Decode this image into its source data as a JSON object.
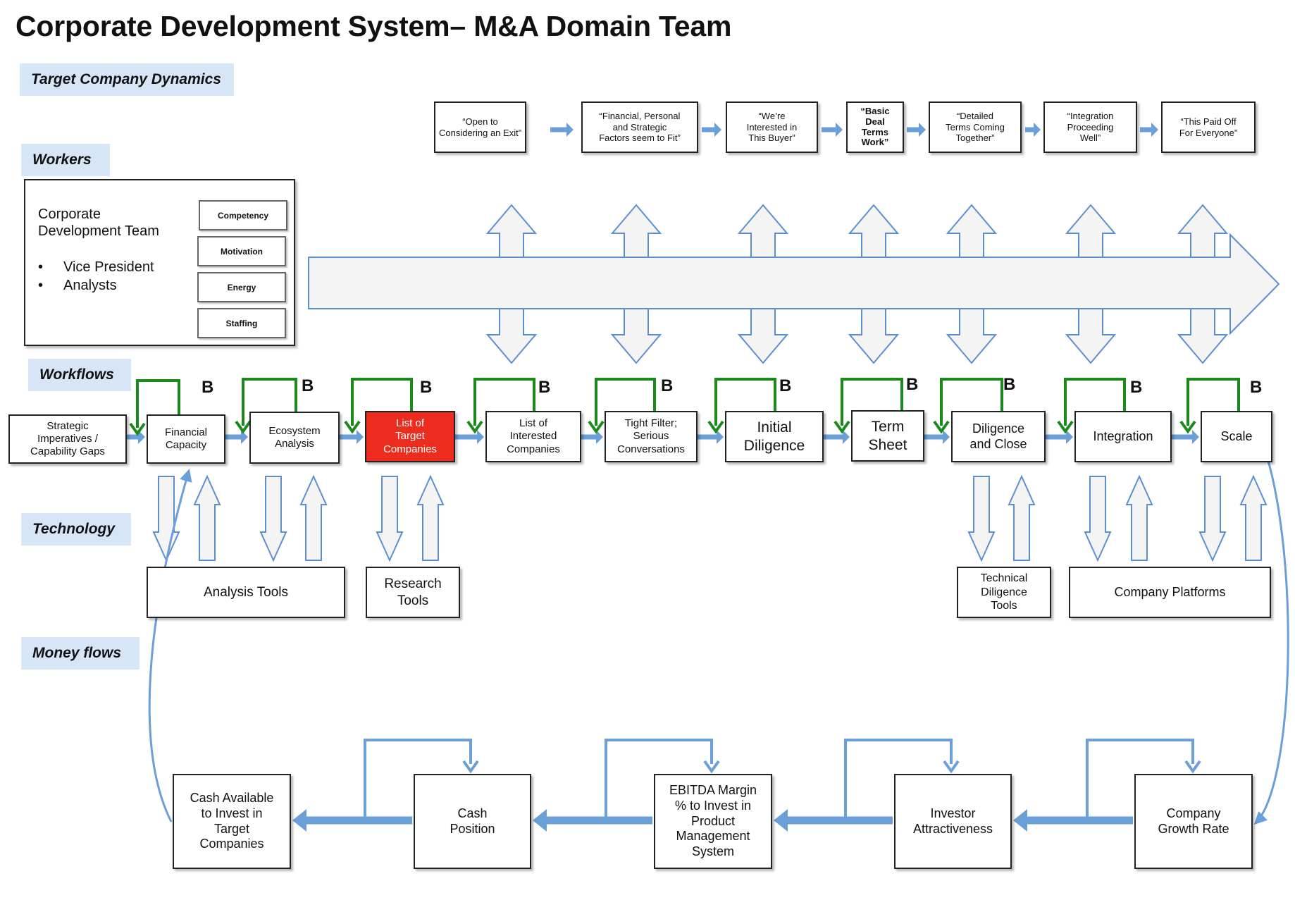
{
  "title": "Corporate Development System– M&A Domain Team",
  "lanes": {
    "target": "Target Company Dynamics",
    "workers": "Workers",
    "workflows": "Workflows",
    "technology": "Technology",
    "money": "Money flows"
  },
  "target_quotes": [
    "“Open to\nConsidering an Exit”",
    "“Financial, Personal\nand Strategic\nFactors seem to Fit”",
    "“We’re\nInterested in\nThis Buyer”",
    "“Basic\nDeal\nTerms\nWork”",
    "“Detailed\nTerms Coming\nTogether”",
    "“Integration\nProceeding\nWell”",
    "“This Paid Off\nFor Everyone”"
  ],
  "workers": {
    "team": "Corporate\n Development Team",
    "bullet": "•",
    "roles": [
      "Vice President",
      "Analysts"
    ],
    "attributes": [
      "Competency",
      "Motivation",
      "Energy",
      "Staffing"
    ]
  },
  "workflow": {
    "steps": [
      "Strategic\nImperatives /\nCapability Gaps",
      "Financial\nCapacity",
      "Ecosystem\nAnalysis",
      "List of\nTarget\nCompanies",
      "List of\nInterested\nCompanies",
      "Tight Filter;\nSerious\nConversations",
      "Initial\nDiligence",
      "Term\nSheet",
      "Diligence\nand Close",
      "Integration",
      "Scale"
    ],
    "loop_label": "B"
  },
  "technology": [
    "Analysis Tools",
    "Research\nTools",
    "Technical\nDiligence\nTools",
    "Company Platforms"
  ],
  "money": [
    "Cash Available\nto Invest in\nTarget\nCompanies",
    "Cash\nPosition",
    "EBITDA Margin\n% to Invest in\nProduct\nManagement\nSystem",
    "Investor\nAttractiveness",
    "Company\nGrowth Rate"
  ],
  "colors": {
    "lane_bg": "#d7e6f6",
    "flow_arrow": "#6a9fd8",
    "loop_green": "#1a8a1a",
    "highlight_red": "#ee2c1e",
    "hollow_arrow_stroke": "#5b8fd0"
  }
}
